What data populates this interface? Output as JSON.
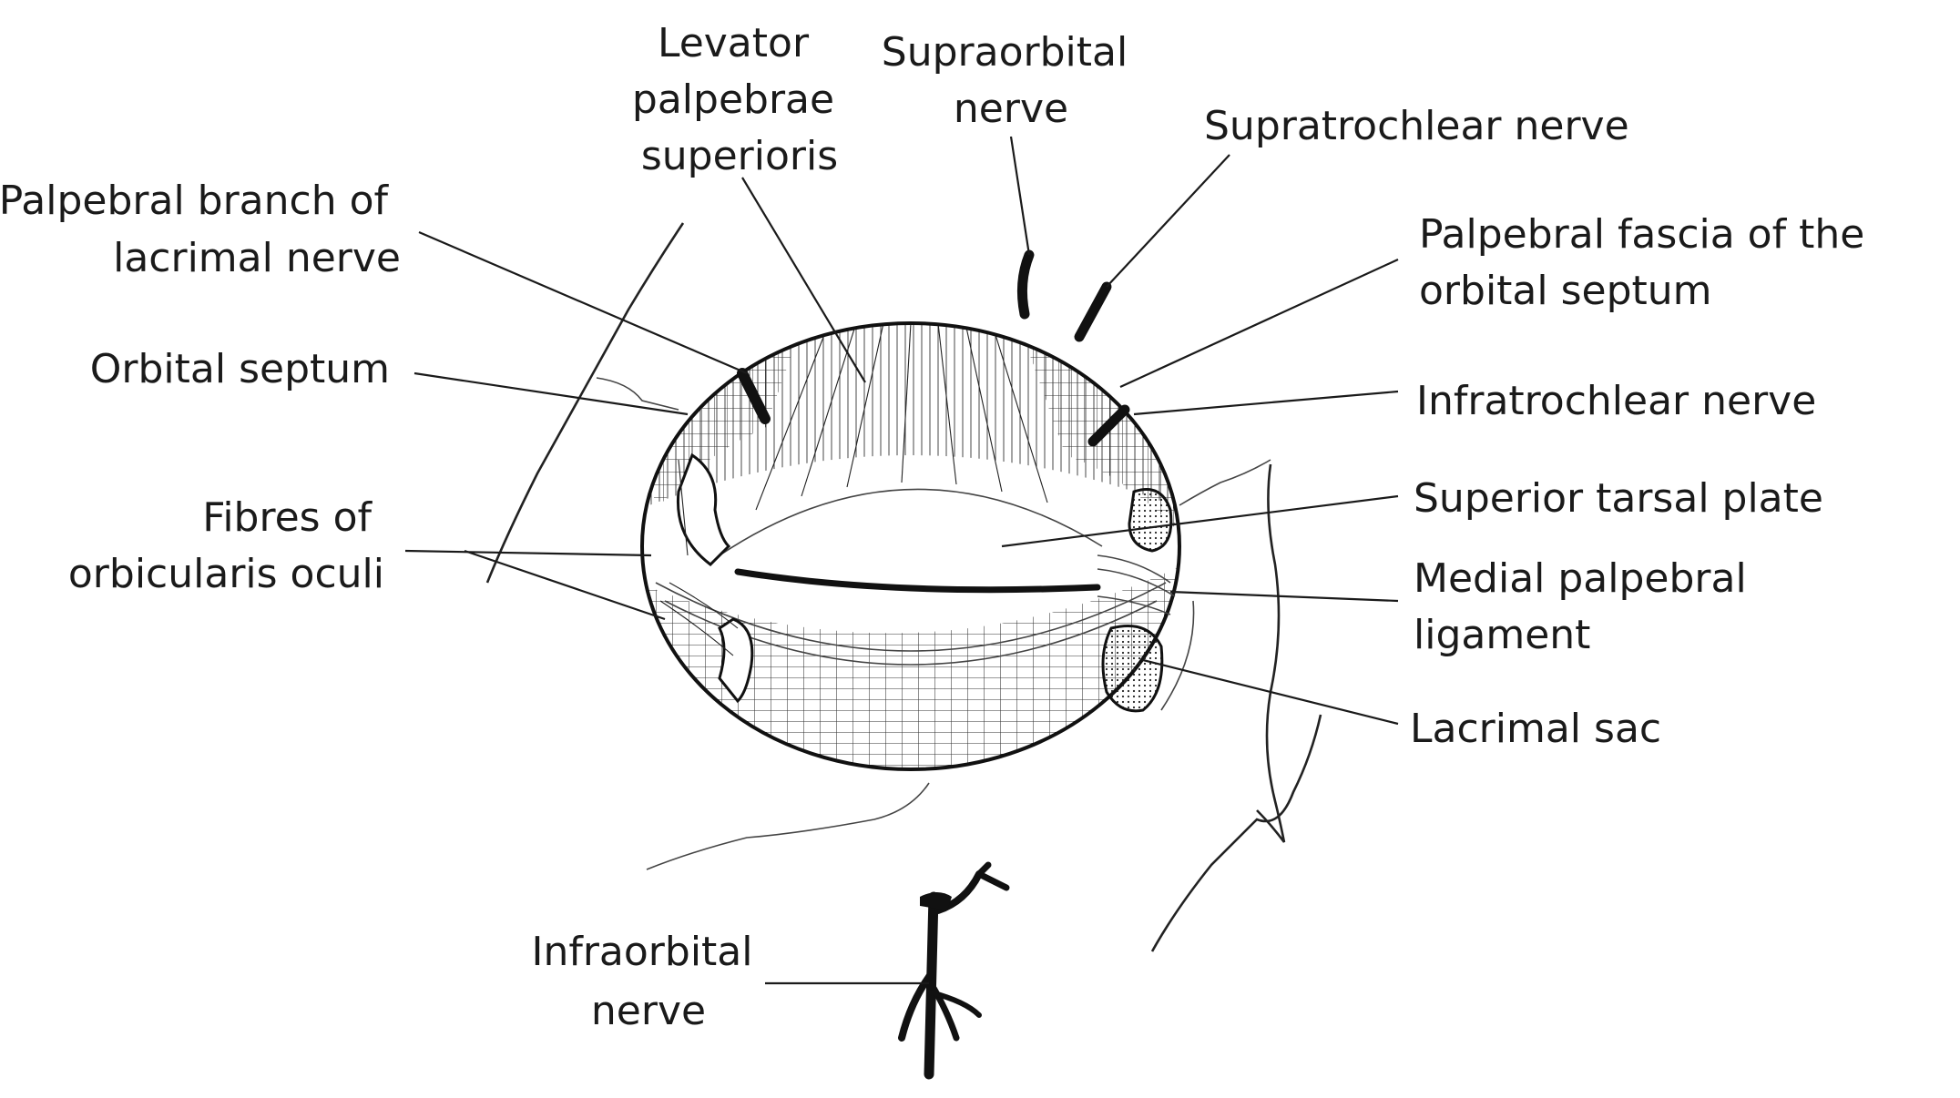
{
  "labels": {
    "palpebral_branch_lacrimal": [
      "Palpebral branch of",
      "lacrimal nerve"
    ],
    "levator": [
      "Levator",
      "palpebrae",
      "superioris"
    ],
    "supraorbital": [
      "Supraorbital",
      "nerve"
    ],
    "supratrochlear": [
      "Supratrochlear nerve"
    ],
    "palpebral_fascia": [
      "Palpebral fascia of the",
      "orbital septum"
    ],
    "orbital_septum": [
      "Orbital septum"
    ],
    "infratrochlear": [
      "Infratrochlear nerve"
    ],
    "fibres_orbicularis": [
      "Fibres of",
      "orbicularis oculi"
    ],
    "superior_tarsal": [
      "Superior tarsal plate"
    ],
    "medial_palpebral": [
      "Medial palpebral",
      "ligament"
    ],
    "lacrimal_sac": [
      "Lacrimal sac"
    ],
    "infraorbital": [
      "Infraorbital",
      "nerve"
    ]
  },
  "colors": {
    "ink": "#1a1a1a",
    "background": "#ffffff"
  }
}
